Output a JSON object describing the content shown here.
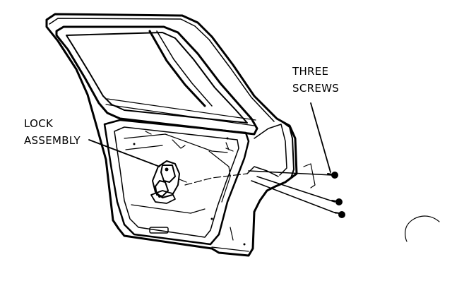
{
  "diagram": {
    "lock_label": [
      "LOCK",
      "ASSEMBLY"
    ],
    "screws_label": [
      "THREE",
      "SCREWS"
    ]
  },
  "colors": {
    "ink": "#000000",
    "background": "#ffffff"
  }
}
